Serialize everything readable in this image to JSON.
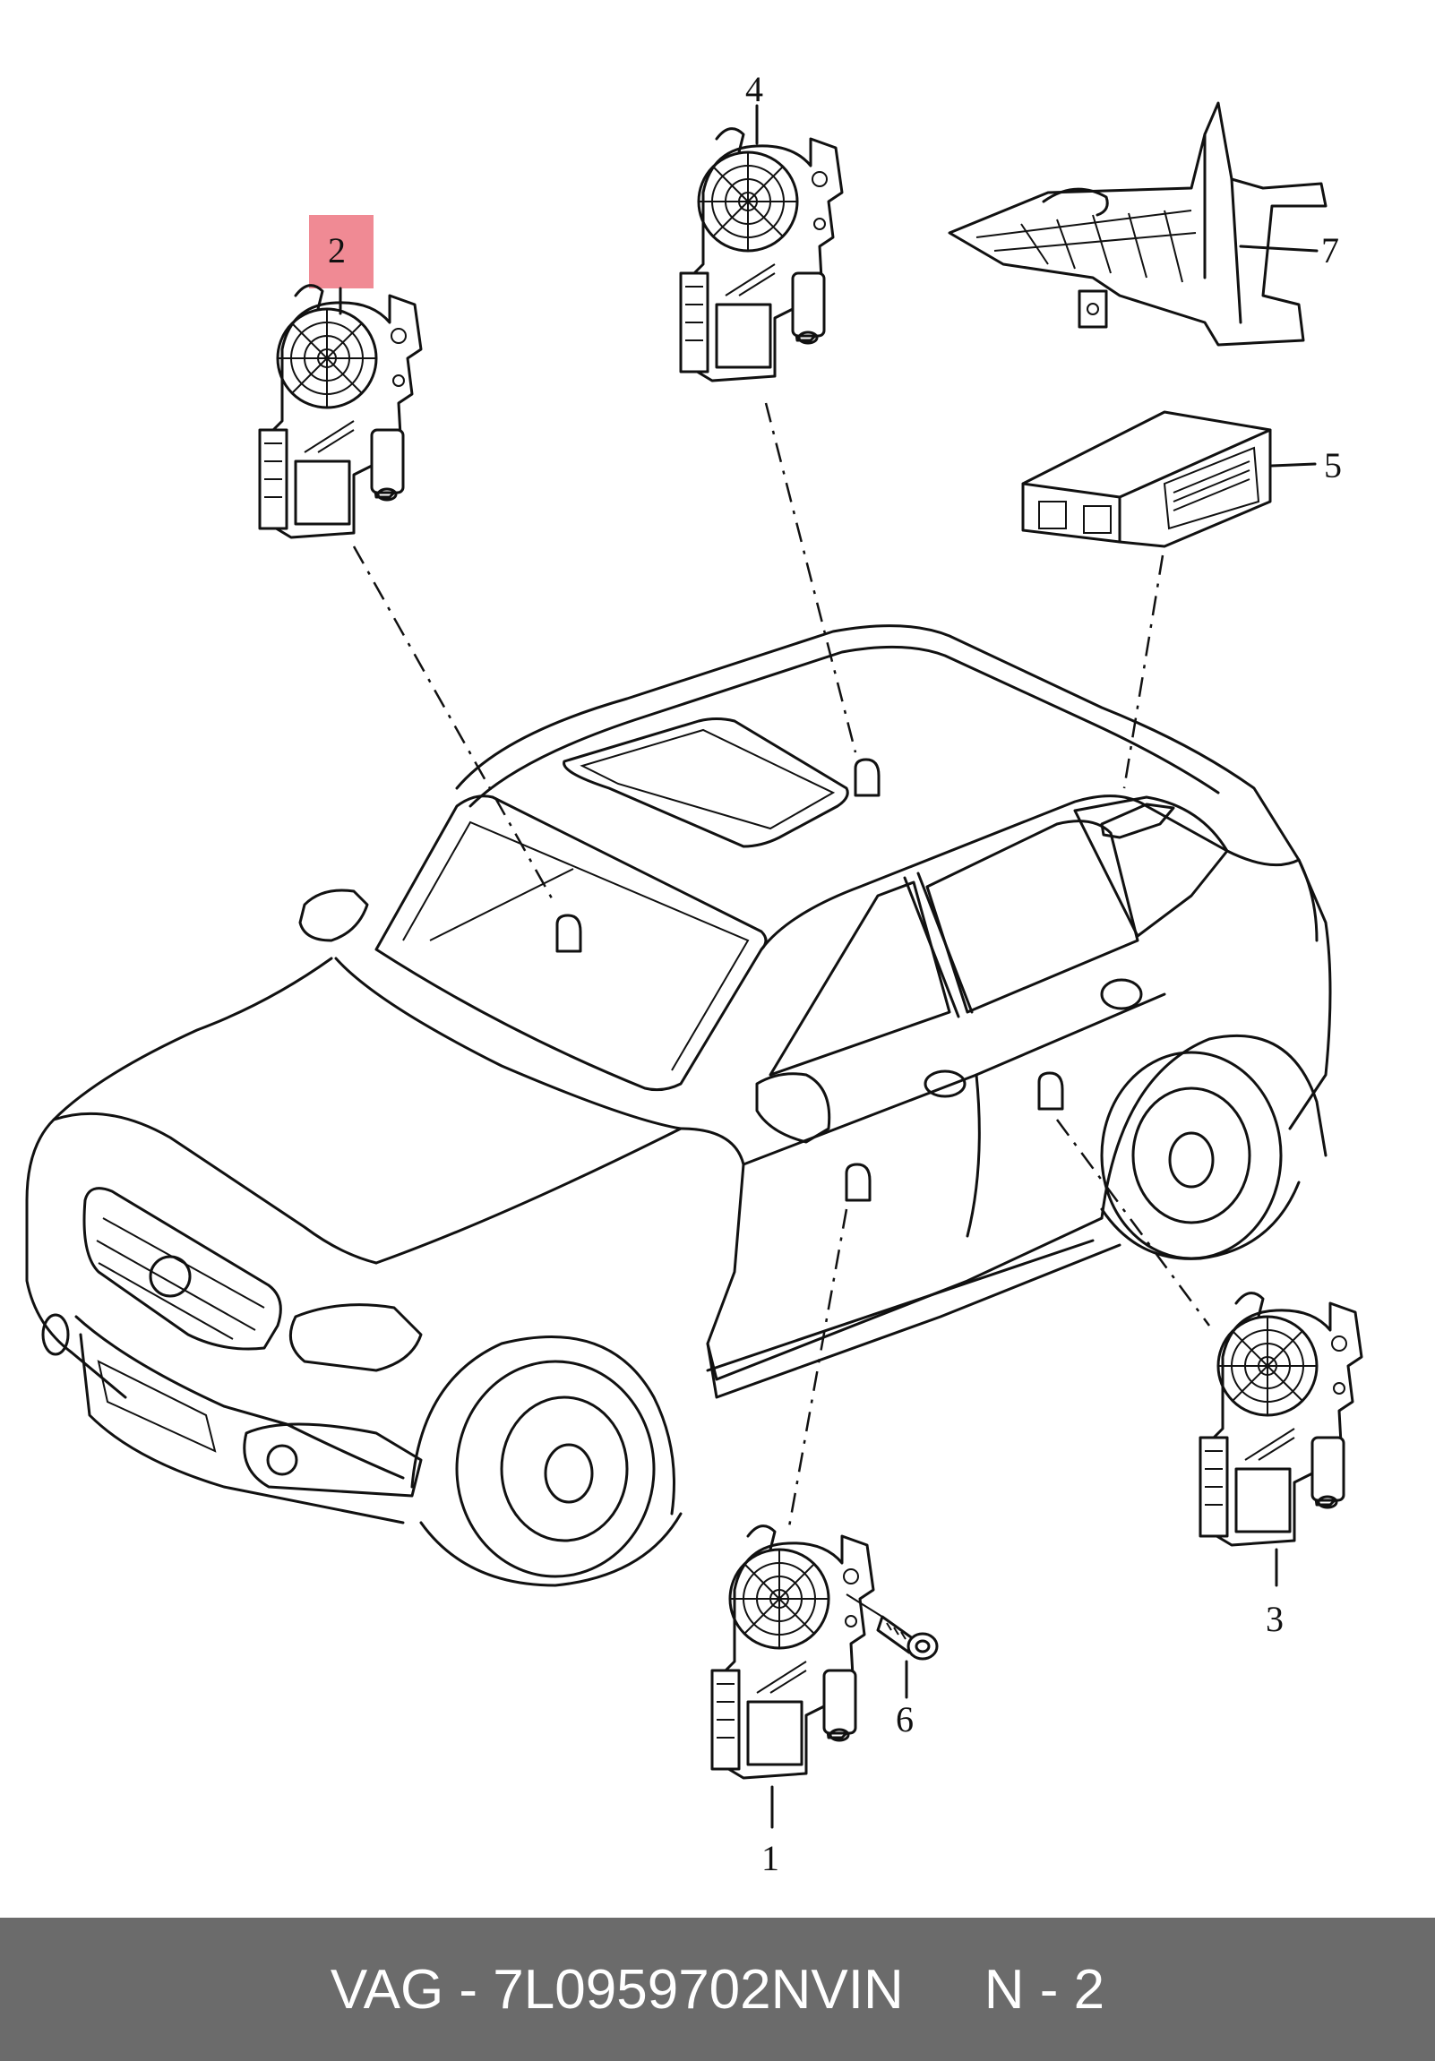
{
  "callouts": [
    {
      "id": "1",
      "label": "1"
    },
    {
      "id": "2",
      "label": "2",
      "highlighted": true
    },
    {
      "id": "3",
      "label": "3"
    },
    {
      "id": "4",
      "label": "4"
    },
    {
      "id": "5",
      "label": "5"
    },
    {
      "id": "6",
      "label": "6"
    },
    {
      "id": "7",
      "label": "7"
    }
  ],
  "highlight_color": "#f08a94",
  "footer": {
    "part_text": "VAG - 7L0959702NVIN",
    "ref_text": "N - 2",
    "background": "#6b6b6b"
  }
}
